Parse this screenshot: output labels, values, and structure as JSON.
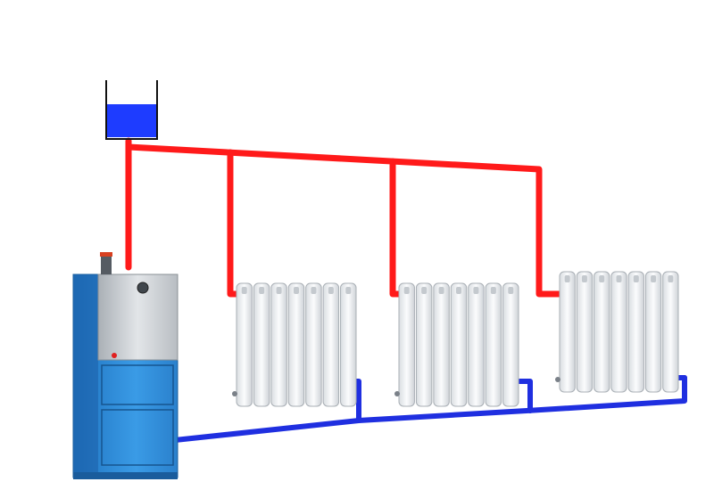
{
  "heading": "",
  "colors": {
    "supply_pipe": "#ff1a1a",
    "return_pipe": "#1f2fe0",
    "tank_water": "#1e3cff",
    "boiler_body": "#2a8ad8",
    "boiler_panel": "#c8ccd0",
    "radiator": "#eef0f2"
  },
  "components": {
    "expansion_tank": "expansion-tank",
    "boiler": "boiler",
    "radiators": [
      "radiator",
      "radiator",
      "radiator"
    ],
    "supply_line": "supply-pipe",
    "return_line": "return-pipe"
  }
}
